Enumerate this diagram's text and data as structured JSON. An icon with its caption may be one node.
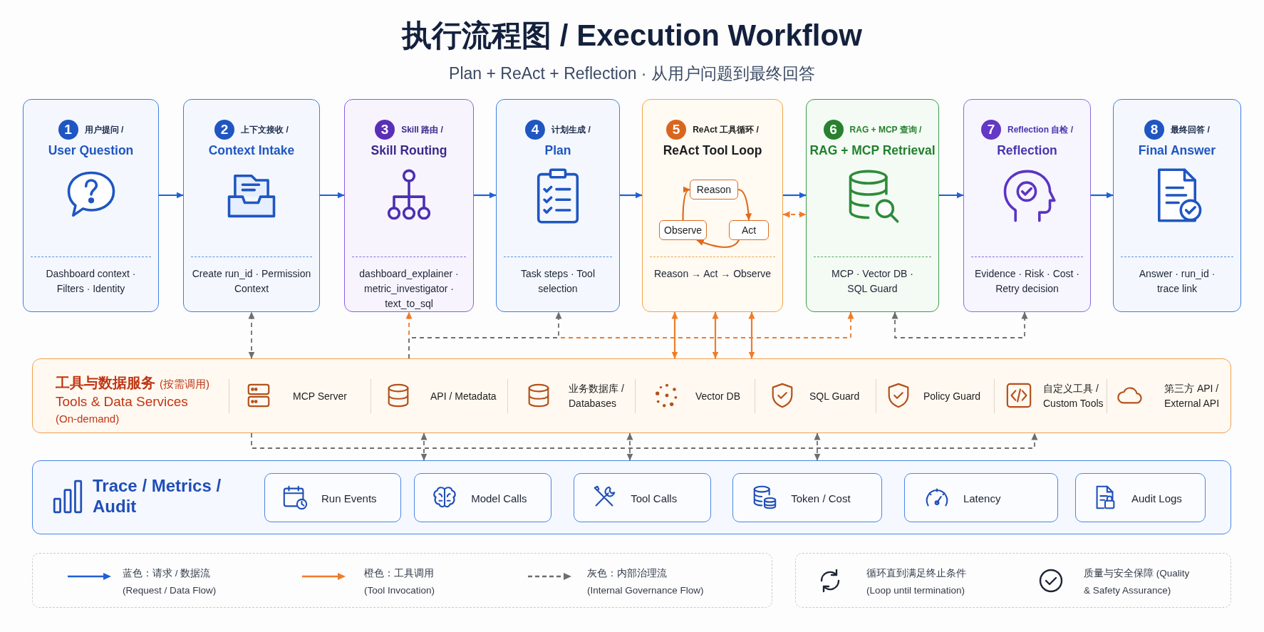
{
  "diagram": {
    "title": "执行流程图 / Execution Workflow",
    "nodes": [
      {
        "text": [
          "1",
          "用户提问 /",
          "User Question",
          "Dashboard context · Filters · Identity"
        ]
      },
      {
        "text": [
          "2",
          "上下文接收 /",
          "Context Intake",
          "Create run_id · Permission Context"
        ]
      },
      {
        "text": [
          "3",
          "Skill 路由 /",
          "Skill Routing",
          "dashboard_explainer · metric_investigator · text_to_sql"
        ]
      },
      {
        "text": [
          "4",
          "计划生成 /",
          "Plan",
          "Task steps · Tool selection"
        ]
      },
      {
        "text": [
          "5",
          "ReAct 工具循环 /",
          "ReAct Tool Loop",
          "Reason → Act → Observe"
        ]
      },
      {
        "text": [
          "Reason"
        ],
        "in": 4
      },
      {
        "text": [
          "Act"
        ],
        "in": 4
      },
      {
        "text": [
          "Observe"
        ],
        "in": 4
      },
      {
        "text": [
          "6",
          "RAG + MCP 查询 /",
          "RAG + MCP Retrieval",
          "MCP · Vector DB · SQL Guard"
        ]
      },
      {
        "text": [
          "7",
          "Reflection 自检 /",
          "Reflection",
          "Evidence · Risk · Cost · Retry decision"
        ]
      },
      {
        "text": [
          "8",
          "最终回答 /",
          "Final Answer",
          "Answer · run_id · trace link"
        ]
      },
      {
        "text": [
          "工具与数据服务",
          "(按需调用)",
          "Tools & Data Services",
          "(On-demand)"
        ]
      },
      {
        "text": [
          "Trace / Metrics / Audit"
        ]
      },
      {
        "text": [
          "Run Events"
        ],
        "in": 12
      },
      {
        "text": [
          "Model Calls"
        ],
        "in": 12
      },
      {
        "text": [
          "Tool Calls"
        ],
        "in": 12
      },
      {
        "text": [
          "Token / Cost"
        ],
        "in": 12
      },
      {
        "text": [
          "Latency"
        ],
        "in": 12
      },
      {
        "text": [
          "Audit Logs"
        ],
        "in": 12
      }
    ],
    "edges": [
      {
        "from": 0,
        "to": 1,
        "arrow": "to"
      },
      {
        "from": 1,
        "to": 2,
        "arrow": "to"
      },
      {
        "from": 2,
        "to": 3,
        "arrow": "to"
      },
      {
        "from": 3,
        "to": 4,
        "arrow": "to"
      },
      {
        "from": 4,
        "to": 8,
        "arrow": "to"
      },
      {
        "from": 8,
        "to": 9,
        "arrow": "to"
      },
      {
        "from": 9,
        "to": 10,
        "arrow": "to"
      },
      {
        "from": 4,
        "to": 8,
        "arrow": "both",
        "style": "dashed",
        "color": "#f07c28"
      },
      {
        "from": 5,
        "to": 6,
        "arrow": "to",
        "color": "#e06a1e"
      },
      {
        "from": 6,
        "to": 7,
        "arrow": "to",
        "color": "#e06a1e"
      },
      {
        "from": 7,
        "to": 5,
        "arrow": "to",
        "color": "#e06a1e"
      },
      {
        "from": 11,
        "to": 1,
        "arrow": "both",
        "style": "dashed",
        "color": "#6e6e6e"
      },
      {
        "from": 11,
        "to": 2,
        "arrow": "to",
        "style": "dashed",
        "color": "#f07c28"
      },
      {
        "from": 11,
        "to": 3,
        "arrow": "to",
        "style": "dashed",
        "color": "#6e6e6e"
      },
      {
        "from": 11,
        "to": 8,
        "arrow": "to",
        "style": "dashed",
        "color": "#f07c28"
      },
      {
        "from": 11,
        "to": 4,
        "arrow": "both",
        "color": "#f07c28"
      },
      {
        "from": 11,
        "to": 4,
        "arrow": "both",
        "color": "#f07c28"
      },
      {
        "from": 11,
        "to": 4,
        "arrow": "both",
        "color": "#f07c28"
      },
      {
        "from": 8,
        "to": 9,
        "arrow": "both",
        "style": "dashed",
        "color": "#6e6e6e"
      },
      {
        "from": 11,
        "to": 12,
        "arrow": "both",
        "style": "dashed",
        "color": "#6e6e6e"
      },
      {
        "from": 11,
        "to": 12,
        "arrow": "both",
        "style": "dashed",
        "color": "#6e6e6e"
      },
      {
        "from": 11,
        "to": 12,
        "arrow": "both",
        "style": "dashed",
        "color": "#6e6e6e"
      },
      {
        "from": null,
        "to": 11,
        "arrow": "to",
        "style": "dashed",
        "color": "#6e6e6e"
      }
    ],
    "labels": [
      "Plan + ReAct + Reflection · 从用户问题到最终回答",
      "MCP Server",
      "API / Metadata",
      "业务数据库 / Databases",
      "Vector DB",
      "SQL Guard",
      "Policy Guard",
      "自定义工具 / Custom Tools",
      "第三方 API / External API"
    ],
    "legend": [
      {
        "text": "蓝色：请求 / 数据流 (Request / Data Flow)"
      },
      {
        "text": "橙色：工具调用 (Tool Invocation)"
      },
      {
        "text": "灰色：内部治理流 (Internal Governance Flow)"
      },
      {
        "text": "循环直到满足终止条件 (Loop until termination)"
      },
      {
        "text": "质量与安全保障 (Quality & Safety Assurance)"
      }
    ]
  }
}
